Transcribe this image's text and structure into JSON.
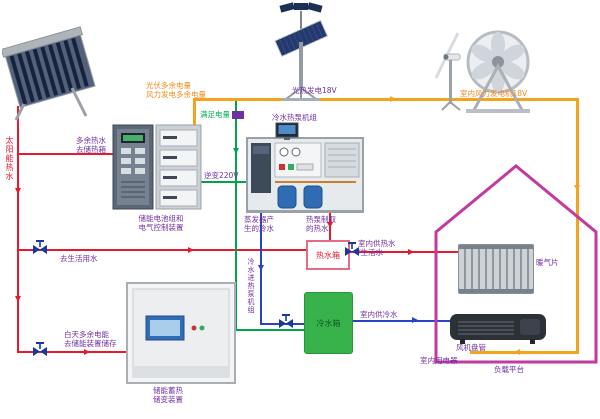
{
  "colors": {
    "hot_water_line": "#e8192c",
    "cold_water_line": "#2743cc",
    "electric_line": "#00a44a",
    "power_line": "#f6a21c",
    "house_outline": "#c23a9e",
    "label_purple": "#7030a0",
    "label_orange": "#f08c1e",
    "label_green": "#00b050",
    "label_red": "#e8192c",
    "cold_tank_fill": "#38b24a"
  },
  "labels": {
    "solar_hot_water": "太阳能热水",
    "surplus_hot_water": "多余热水\n去储热箱",
    "pv_surplus": "光伏多余电量\n风力发电多余电量",
    "pv_gen": "光热发电18V",
    "wind_gen": "室内风力发电机18V",
    "sufficient_power": "满足电量",
    "heat_pump_title": "冷水热泵机组",
    "inverter_220v": "逆变220V",
    "evaporator_cold": "蒸发器产\n生的冷水",
    "heatpump_hot": "热泵制取\n的热水",
    "hot_tank": "热水箱",
    "cold_tank": "冷水箱",
    "indoor_hot_supply": "室内供热水\n/生活水",
    "indoor_cold_supply": "室内供冷水",
    "to_domestic_water": "去生活用水",
    "cold_to_heatpump": "冷水进热泵机组",
    "battery_caption": "储能电池组和\n电气控制装置",
    "daytime_surplus": "白天多余电能\n去储能装置储存",
    "storage_caption": "储能蓄热\n储变装置",
    "radiator": "暖气片",
    "fan_coil": "风机盘管",
    "load_platform": "负载平台",
    "indoor_appliance": "室内用电器"
  }
}
